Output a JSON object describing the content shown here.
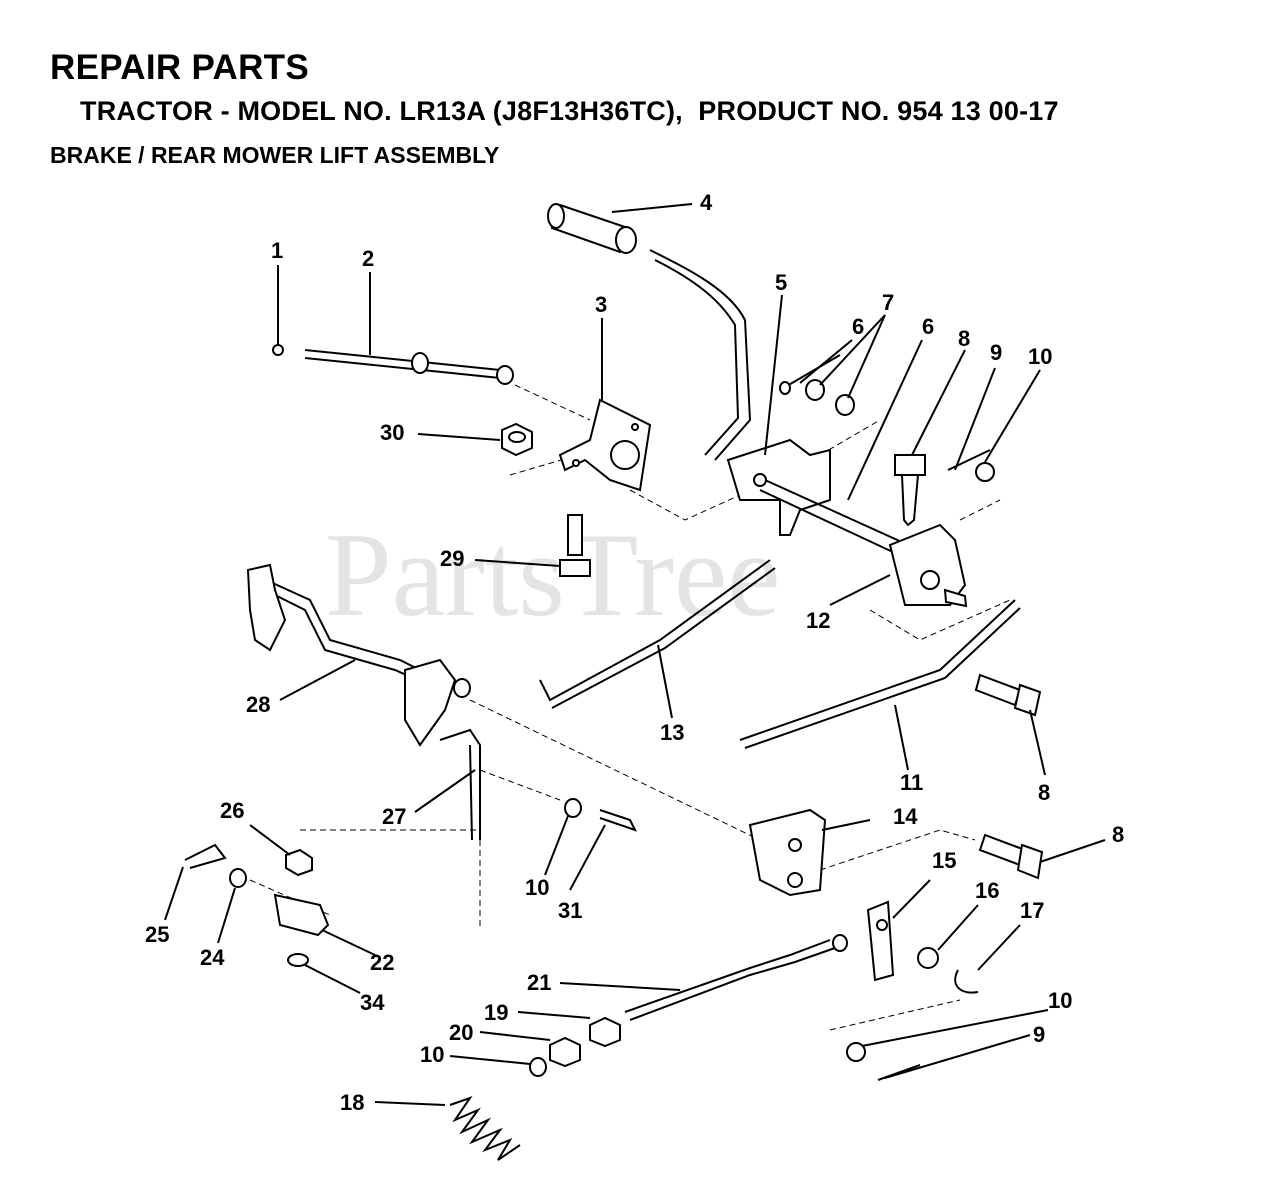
{
  "header": {
    "title": "REPAIR PARTS",
    "subtitle": "TRACTOR - MODEL NO. LR13A (J8F13H36TC),  PRODUCT NO. 954 13 00-17",
    "section": "BRAKE / REAR MOWER LIFT ASSEMBLY"
  },
  "watermark": "PartsTree",
  "labels": [
    "1",
    "2",
    "3",
    "4",
    "5",
    "6",
    "7",
    "6",
    "8",
    "9",
    "10",
    "30",
    "29",
    "12",
    "28",
    "13",
    "11",
    "8",
    "27",
    "26",
    "10",
    "31",
    "14",
    "8",
    "25",
    "24",
    "22",
    "34",
    "15",
    "16",
    "17",
    "21",
    "10",
    "19",
    "9",
    "20",
    "10",
    "18"
  ]
}
